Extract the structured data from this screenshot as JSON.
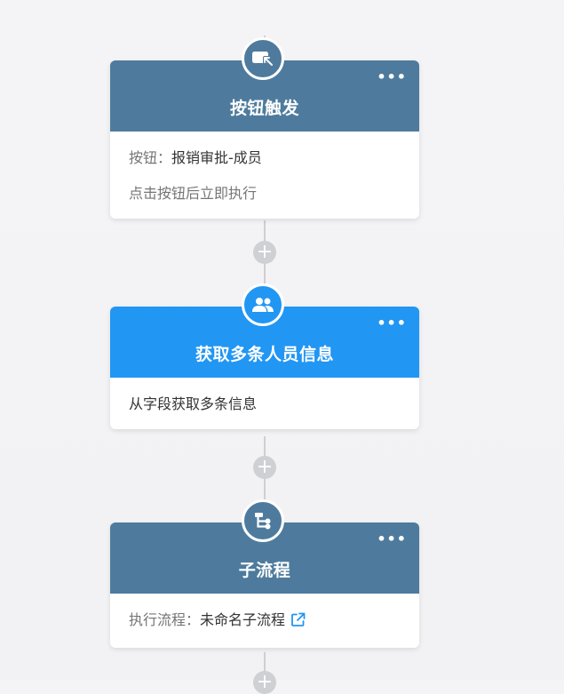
{
  "colors": {
    "steel_header": "#4e7b9d",
    "blue_header": "#2196f3",
    "connector": "#cfcfd3",
    "link": "#2196f3"
  },
  "nodes": [
    {
      "icon": "button-trigger-icon",
      "title": "按钮触发",
      "more": "•••",
      "body": {
        "button_label": "按钮：",
        "button_value": "报销审批-成员",
        "note": "点击按钮后立即执行"
      }
    },
    {
      "icon": "people-icon",
      "title": "获取多条人员信息",
      "more": "•••",
      "body": {
        "text": "从字段获取多条信息"
      }
    },
    {
      "icon": "subprocess-icon",
      "title": "子流程",
      "more": "•••",
      "body": {
        "flow_label": "执行流程：",
        "flow_value": "未命名子流程",
        "link_icon": "external-link-icon"
      }
    }
  ],
  "add_buttons": [
    {
      "label": "+"
    },
    {
      "label": "+"
    },
    {
      "label": "+"
    }
  ]
}
